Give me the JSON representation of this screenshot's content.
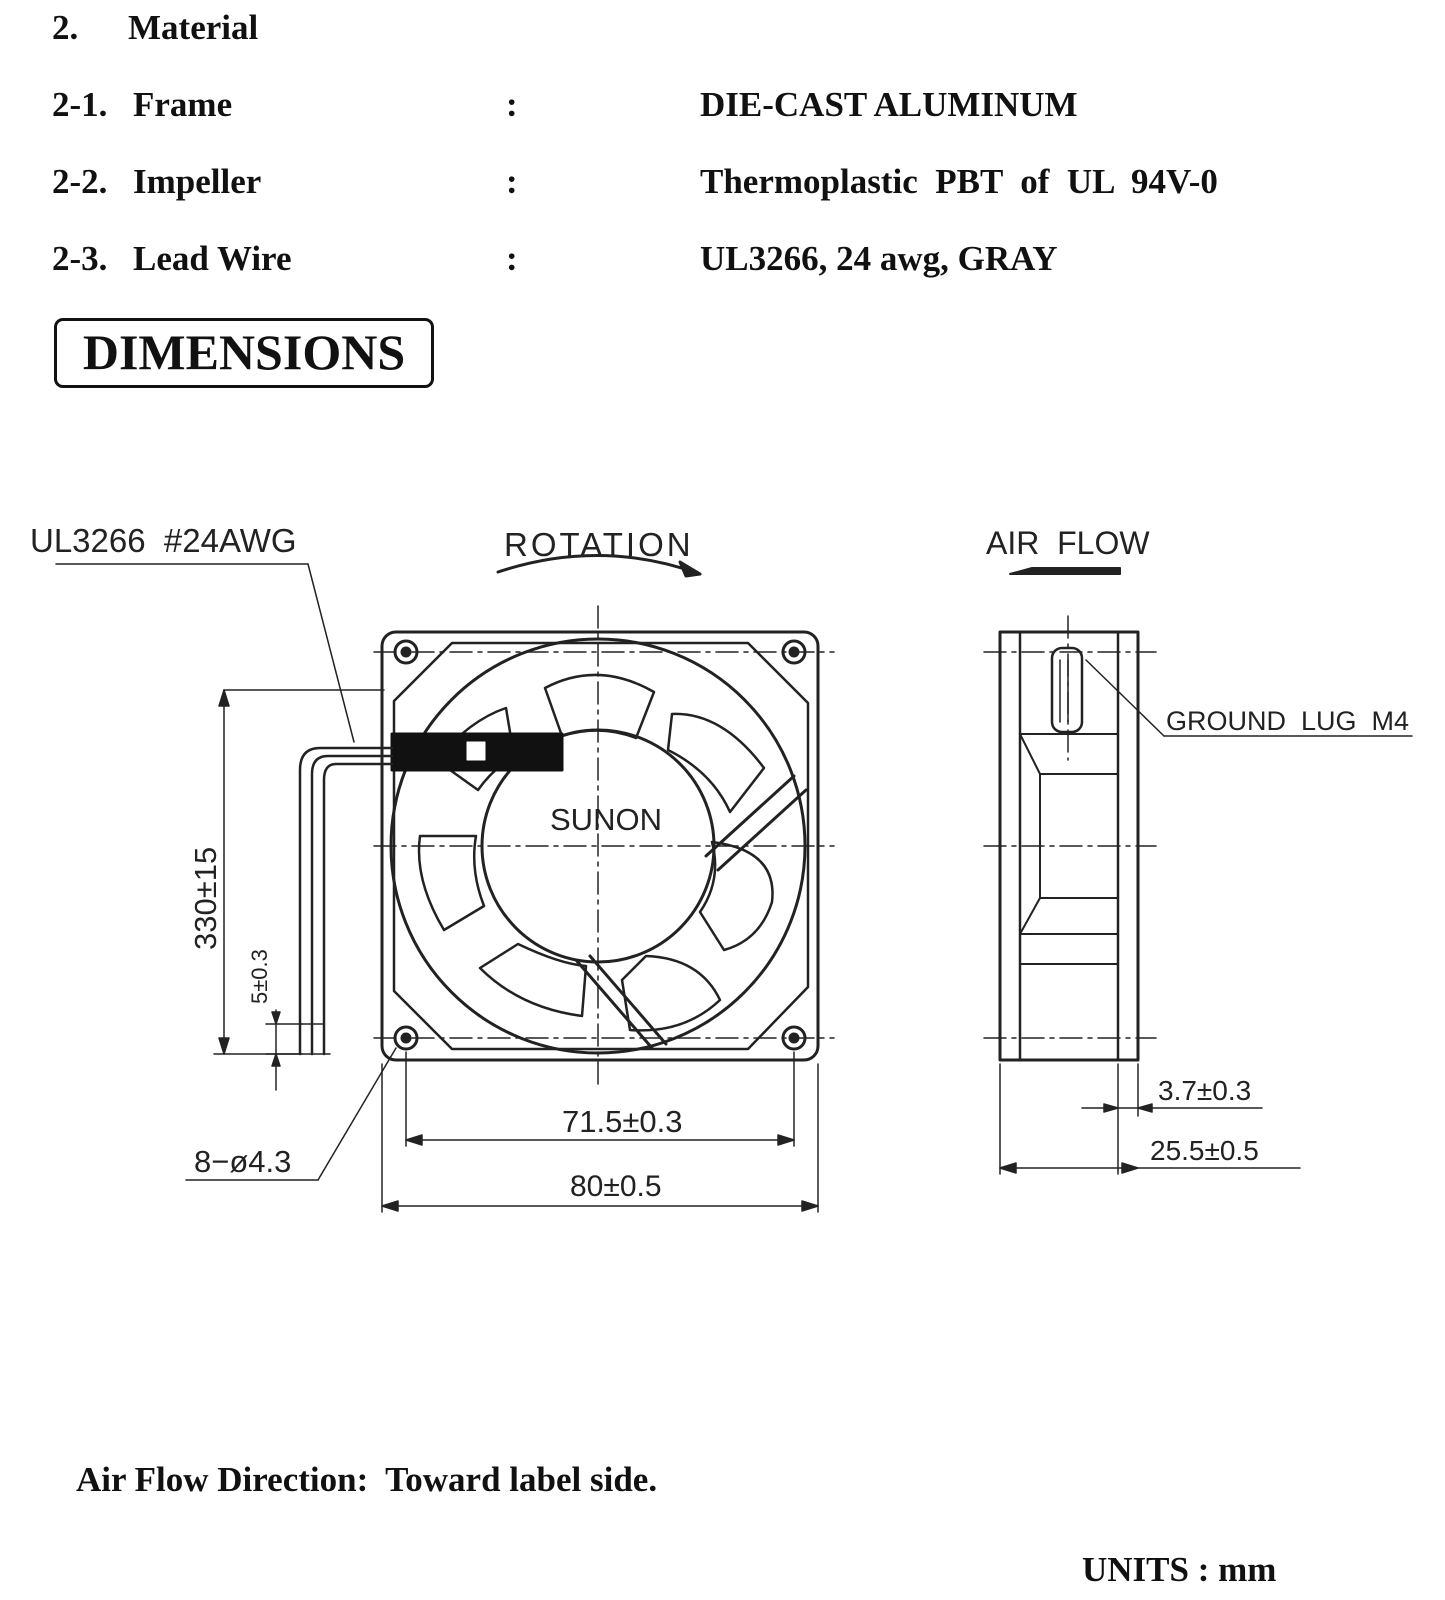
{
  "material": {
    "number": "2.",
    "heading": "Material",
    "items": [
      {
        "number": "2-1.",
        "label": "Frame",
        "separator": ":",
        "value": "DIE-CAST ALUMINUM"
      },
      {
        "number": "2-2.",
        "label": "Impeller",
        "separator": ":",
        "value": "Thermoplastic  PBT  of  UL  94V-0"
      },
      {
        "number": "2-3.",
        "label": "Lead Wire",
        "separator": ":",
        "value": "UL3266, 24 awg, GRAY"
      }
    ]
  },
  "dimensions": {
    "title": "DIMENSIONS",
    "labels": {
      "wire_spec": "UL3266  #24AWG",
      "rotation": "ROTATION",
      "airflow": "AIR  FLOW",
      "brand": "SUNON",
      "ground_lug": "GROUND  LUG  M4",
      "lead_length": "330±15",
      "strip_length": "5±0.3",
      "mount_holes": "8−ø4.3",
      "hole_spacing": "71.5±0.3",
      "frame_size": "80±0.5",
      "flange_thickness": "3.7±0.3",
      "fan_depth": "25.5±0.5"
    }
  },
  "notes": {
    "airflow_direction": "Air Flow Direction:  Toward label side.",
    "units": "UNITS : mm"
  }
}
